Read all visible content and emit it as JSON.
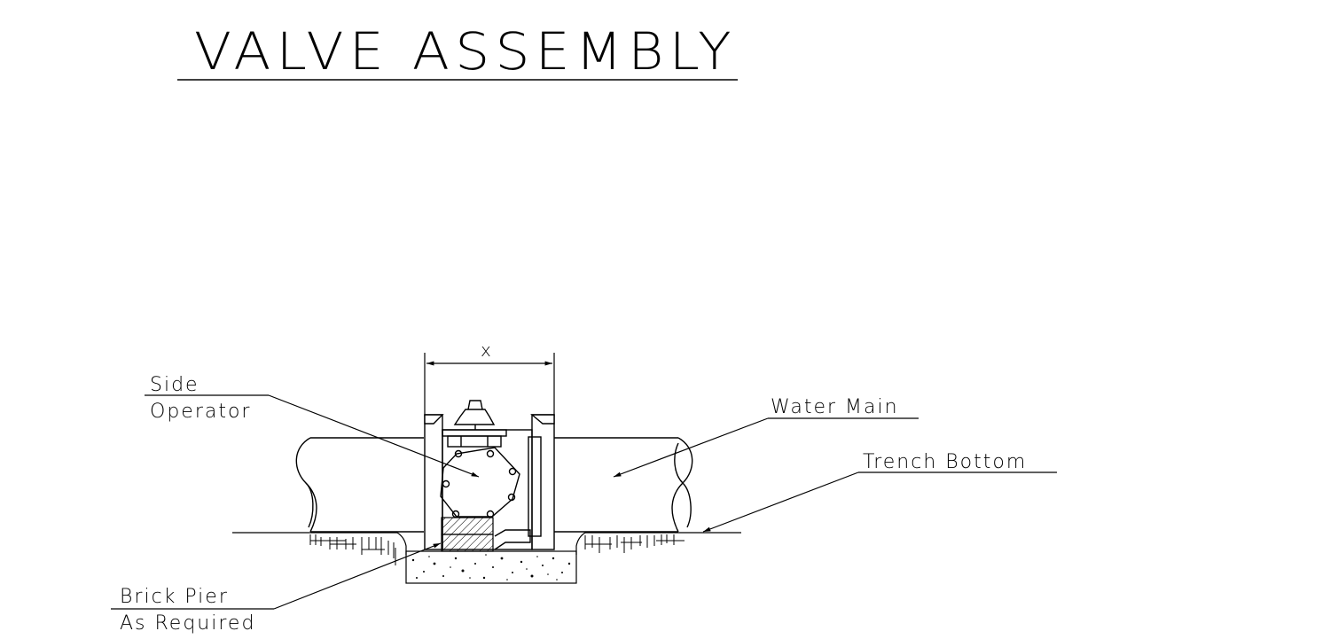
{
  "title": "VALVE ASSEMBLY",
  "dimension_label": "x",
  "callouts": {
    "side_operator": {
      "line1": "Side",
      "line2": "Operator"
    },
    "water_main": {
      "label": "Water Main"
    },
    "trench_bottom": {
      "label": "Trench Bottom"
    },
    "brick_pier": {
      "line1": "Brick Pier",
      "line2": "As Required"
    }
  }
}
